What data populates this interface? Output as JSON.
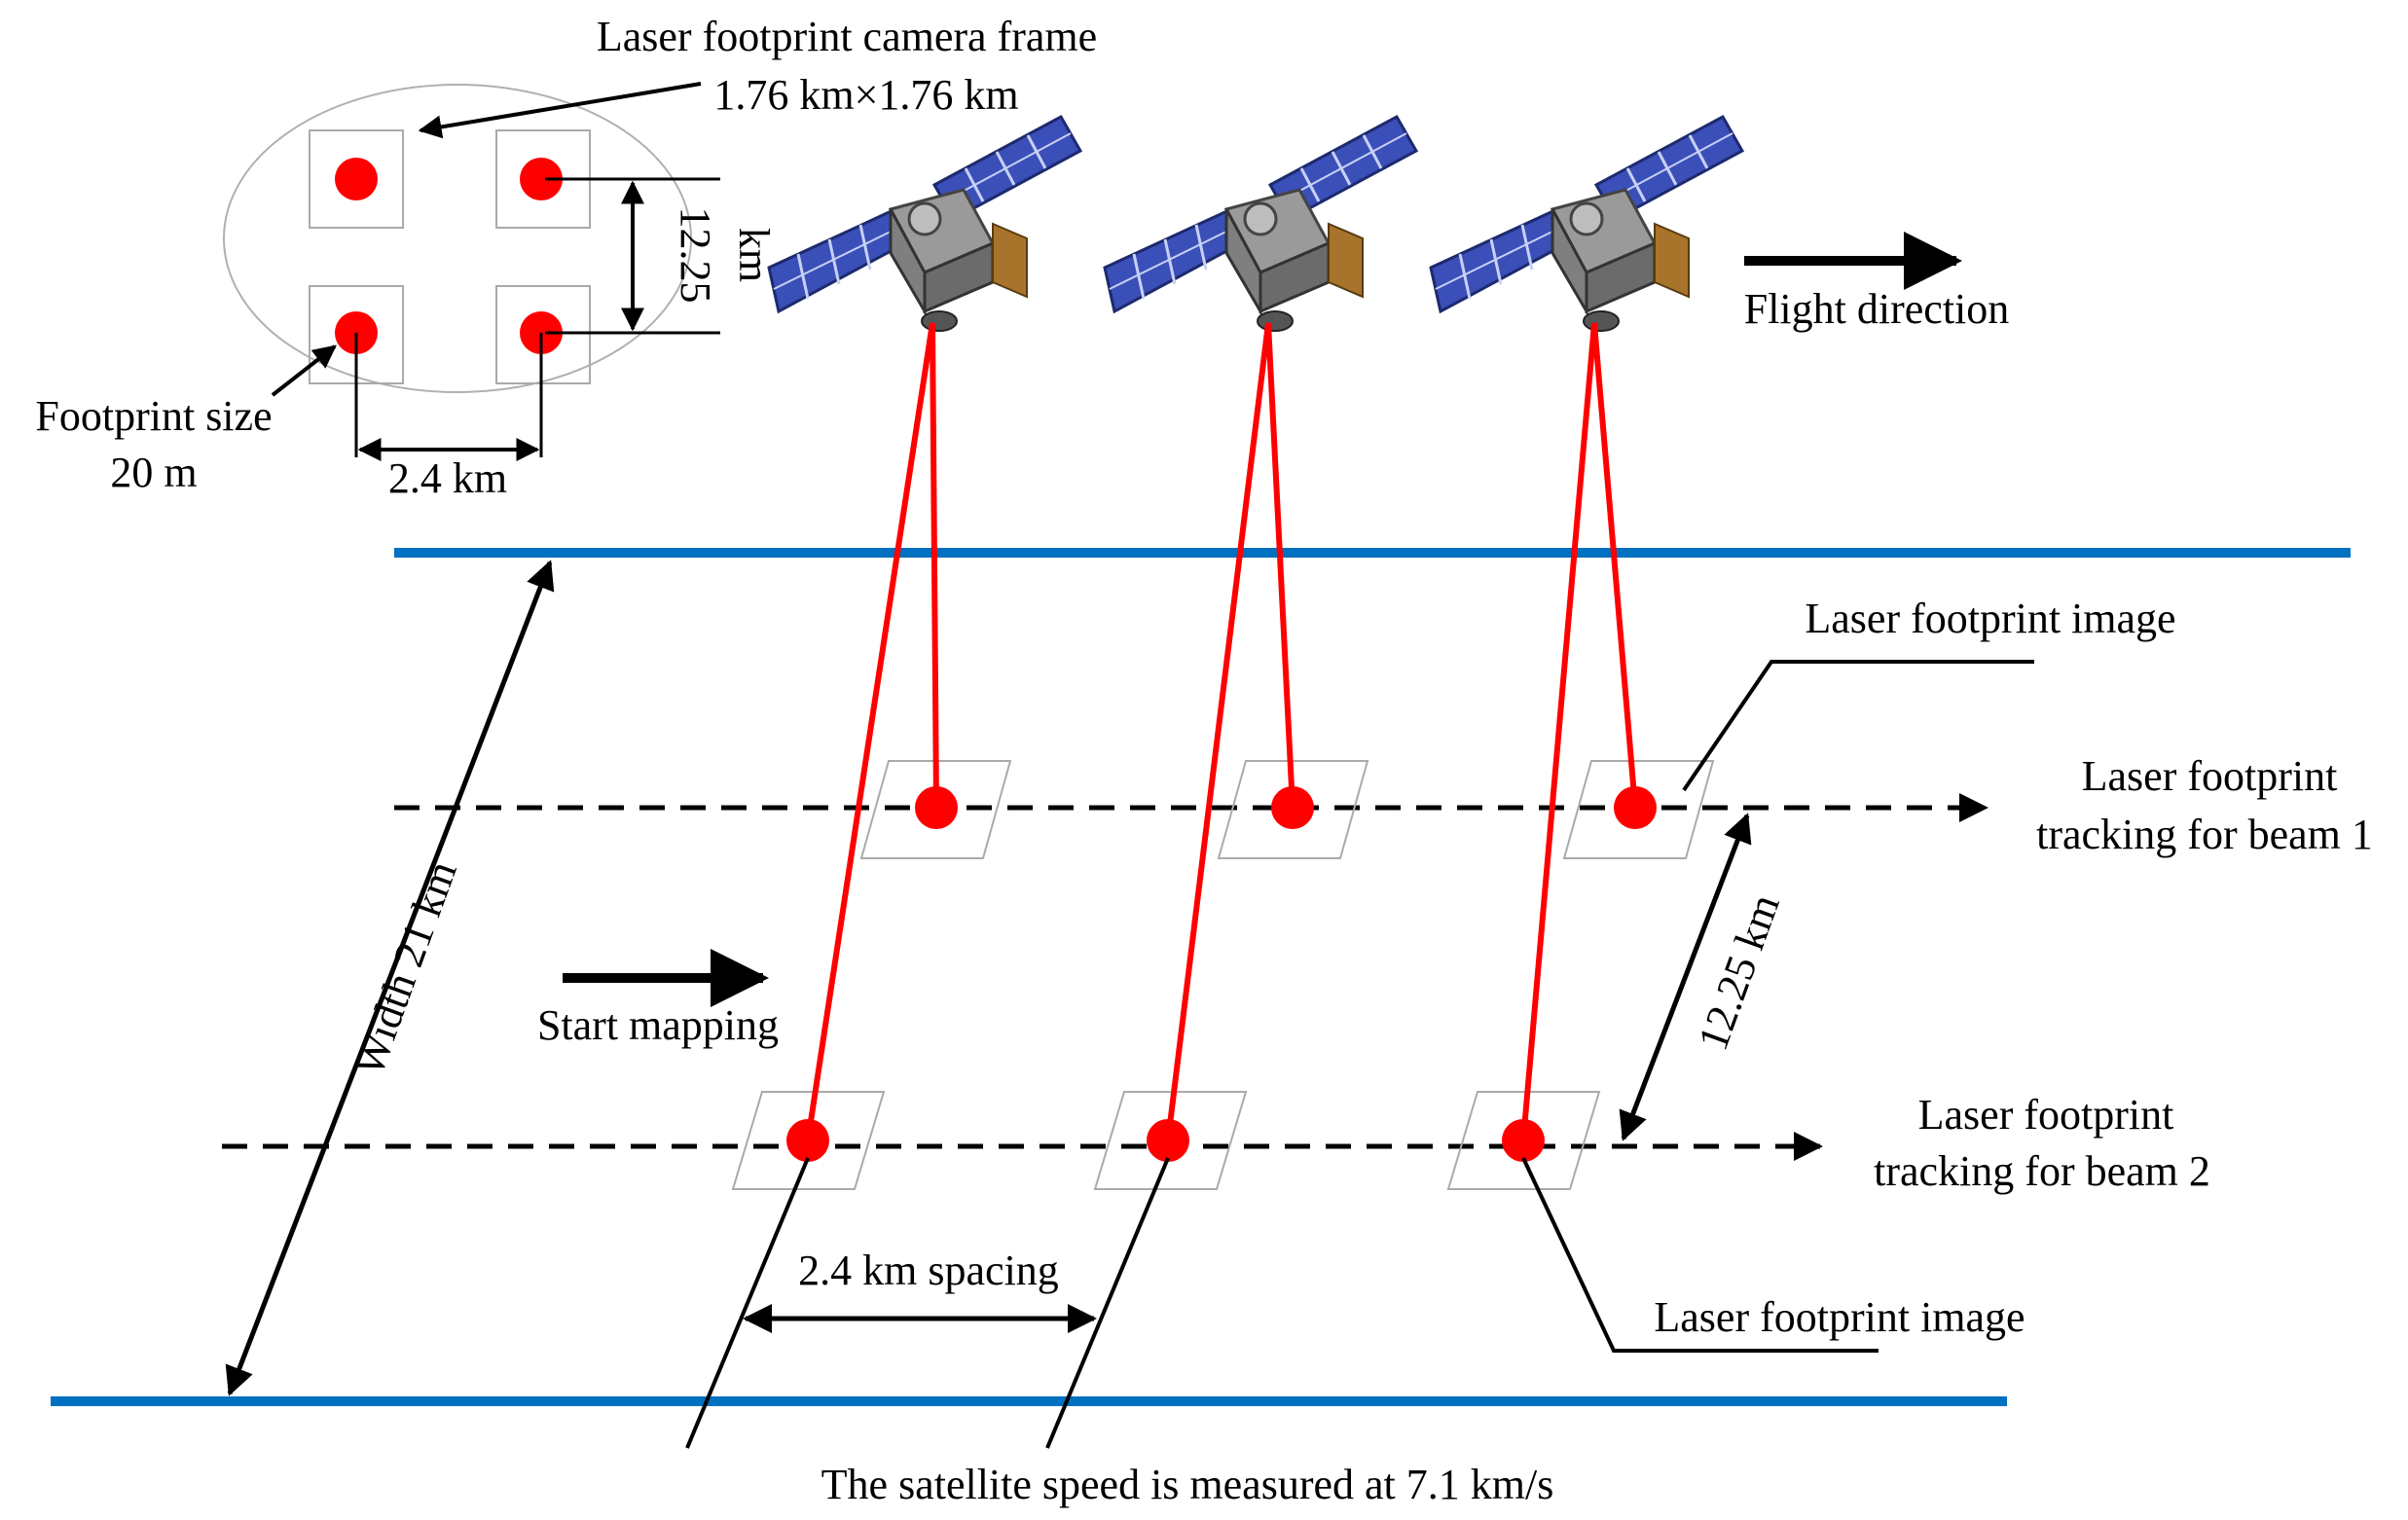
{
  "inset": {
    "camera_frame_label_line1": "Laser footprint camera frame",
    "camera_frame_label_line2": "1.76 km×1.76 km",
    "vertical_spacing_label_line1": "12.25",
    "vertical_spacing_label_line2": "km",
    "horizontal_spacing_label": "2.4 km",
    "footprint_size_line1": "Footprint size",
    "footprint_size_line2": "20 m"
  },
  "flight_direction_label": "Flight direction",
  "start_mapping_label": "Start mapping",
  "swath_width_label": "Width 21 km",
  "footprint_image_label_top": "Laser footprint image",
  "footprint_image_label_bottom": "Laser footprint image",
  "beam1_tracking_line1": "Laser footprint",
  "beam1_tracking_line2": "tracking for beam 1",
  "beam2_tracking_line1": "Laser footprint",
  "beam2_tracking_line2": "tracking for beam 2",
  "beam_separation_label": "12.25 km",
  "along_track_spacing_label": "2.4 km spacing",
  "satellite_speed_label": "The satellite speed is measured at 7.1 km/s",
  "colors": {
    "laser": "#ff0000",
    "swath_edge": "#0070c0",
    "panel": "#3a4fb8",
    "bus": "#8a8a8a"
  }
}
